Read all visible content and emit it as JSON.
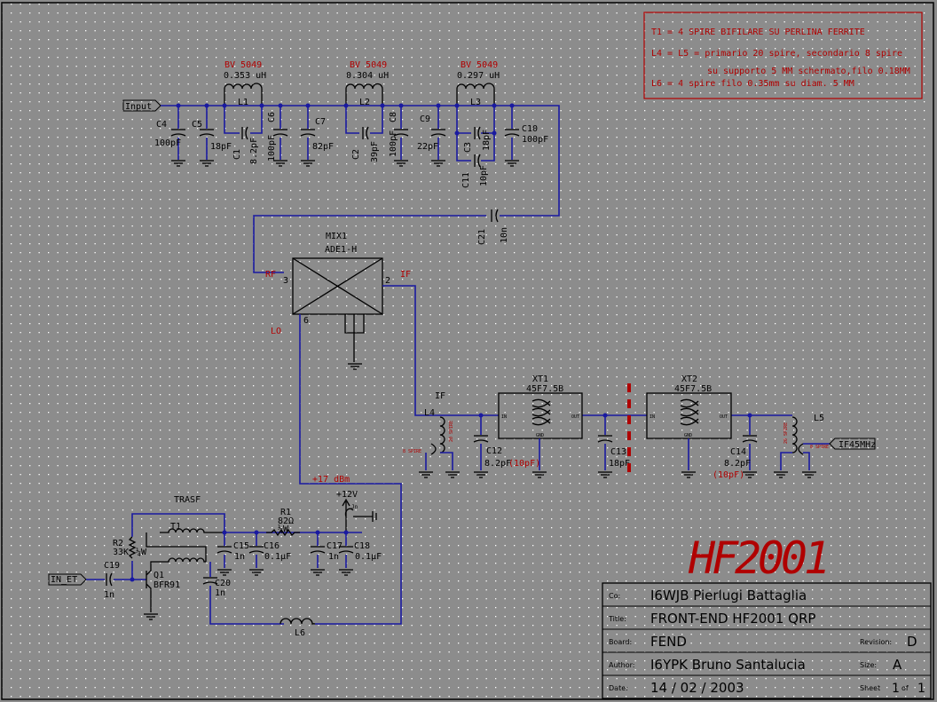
{
  "notes": {
    "line1": "T1 = 4 SPIRE BIFILARE SU PERLINA FERRITE",
    "line2": "L4 = L5 = primario 20 spire, secondario 8 spire",
    "line3": "su supporto 5 MM schermato,filo 0.18MM",
    "line4": "L6 = 4 spire filo 0.35mm su diam. 5 MM"
  },
  "filter": {
    "input_port": "Input",
    "L1": {
      "ref": "L1",
      "part": "BV 5049",
      "value": "0.353 uH"
    },
    "L2": {
      "ref": "L2",
      "part": "BV 5049",
      "value": "0.304 uH"
    },
    "L3": {
      "ref": "L3",
      "part": "BV 5049",
      "value": "0.297 uH"
    },
    "C4": {
      "ref": "C4",
      "value": "100pF"
    },
    "C5": {
      "ref": "C5",
      "value": "18pF"
    },
    "C1": {
      "ref": "C1",
      "value": "8.2pF"
    },
    "C6": {
      "ref": "C6",
      "value": "100pF"
    },
    "C7": {
      "ref": "C7",
      "value": "82pF"
    },
    "C2": {
      "ref": "C2",
      "value": "39pF"
    },
    "C8": {
      "ref": "C8",
      "value": "100pF"
    },
    "C9": {
      "ref": "C9",
      "value": "22pF"
    },
    "C3": {
      "ref": "C3",
      "value": "18pF"
    },
    "C11": {
      "ref": "C11",
      "value": "10pF"
    },
    "C10": {
      "ref": "C10",
      "value": "100pF"
    },
    "C21": {
      "ref": "C21",
      "value": "10n"
    }
  },
  "mixer": {
    "ref": "MIX1",
    "part": "ADE1-H",
    "rf_label": "RF",
    "if_label": "IF",
    "lo_label": "LO",
    "pin_rf": "3",
    "pin_if": "2",
    "pin_lo": "6"
  },
  "if_stage": {
    "title": "IF",
    "L4": {
      "ref": "L4",
      "primary": "20 SPIRE",
      "secondary": "8 SPIRE"
    },
    "XT1": {
      "ref": "XT1",
      "part": "45F7.5B",
      "in": "IN",
      "out": "OUT",
      "gnd": "GND"
    },
    "XT2": {
      "ref": "XT2",
      "part": "45F7.5B",
      "in": "IN",
      "out": "OUT",
      "gnd": "GND"
    },
    "C12": {
      "ref": "C12",
      "value": "8.2pF",
      "alt": "(10pF)"
    },
    "C13": {
      "ref": "C13",
      "value": "18pF"
    },
    "C14": {
      "ref": "C14",
      "value": "8.2pF",
      "alt": "(10pF)"
    },
    "L5": {
      "ref": "L5",
      "primary": "20 SPIRE",
      "secondary": "8 SPIRE"
    },
    "output_port": "IF45MHz"
  },
  "amp": {
    "title": "TRASF",
    "level": "+17 dBm",
    "input_port": "IN_ET",
    "supply": "+12V",
    "C19": {
      "ref": "C19",
      "value": "1n"
    },
    "R2": {
      "ref": "R2",
      "value": "33K",
      "power": "¼W"
    },
    "Q1": {
      "ref": "Q1",
      "part": "BFR91"
    },
    "T1": {
      "ref": "T1"
    },
    "C20": {
      "ref": "C20",
      "value": "1n"
    },
    "C15": {
      "ref": "C15",
      "value": "1n"
    },
    "C16": {
      "ref": "C16",
      "value": "0.1µF"
    },
    "R1": {
      "ref": "R1",
      "value": "82Ω",
      "power": "¼W"
    },
    "C17": {
      "ref": "C17",
      "value": "1n"
    },
    "C18": {
      "ref": "C18",
      "value": "0.1µF"
    },
    "L6": {
      "ref": "L6"
    },
    "jumper": "Jn"
  },
  "logo": "HF2001",
  "title_block": {
    "co_label": "Co:",
    "co": "I6WJB Pierlugi Battaglia",
    "title_label": "Title:",
    "title": "FRONT-END HF2001 QRP",
    "board_label": "Board:",
    "board": "FEND",
    "revision_label": "Revision:",
    "revision": "D",
    "author_label": "Author:",
    "author": "I6YPK Bruno Santalucia",
    "size_label": "Size:",
    "size": "A",
    "date_label": "Date:",
    "date": "14 / 02 / 2003",
    "sheet_label": "Sheet",
    "sheet": "1",
    "of_label": "of",
    "sheets": "1"
  },
  "colors": {
    "background": "#8c8c8c",
    "wire": "#1a1aa0",
    "annotation": "#b00000",
    "grid": "#ffffff"
  }
}
